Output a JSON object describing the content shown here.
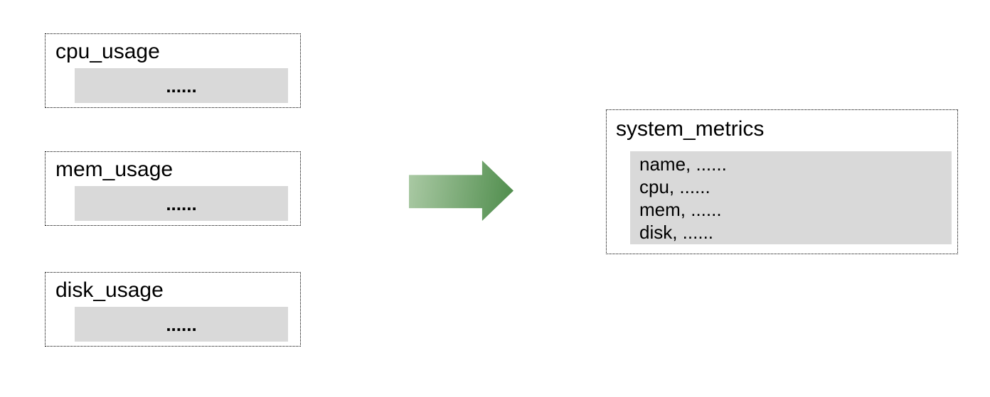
{
  "diagram": {
    "source_tables": [
      {
        "title": "cpu_usage",
        "placeholder": "......"
      },
      {
        "title": "mem_usage",
        "placeholder": "......"
      },
      {
        "title": "disk_usage",
        "placeholder": "......"
      }
    ],
    "arrow": {
      "direction": "right"
    },
    "target_table": {
      "title": "system_metrics",
      "fields": [
        "name, ......",
        "cpu, ......",
        "mem, ......",
        "disk, ......"
      ]
    }
  },
  "colors": {
    "background": "#ffffff",
    "border": "#000000",
    "bar_fill": "#d9d9d9",
    "arrow_gradient_start": "#abcaa5",
    "arrow_gradient_end": "#4e8c4b"
  }
}
